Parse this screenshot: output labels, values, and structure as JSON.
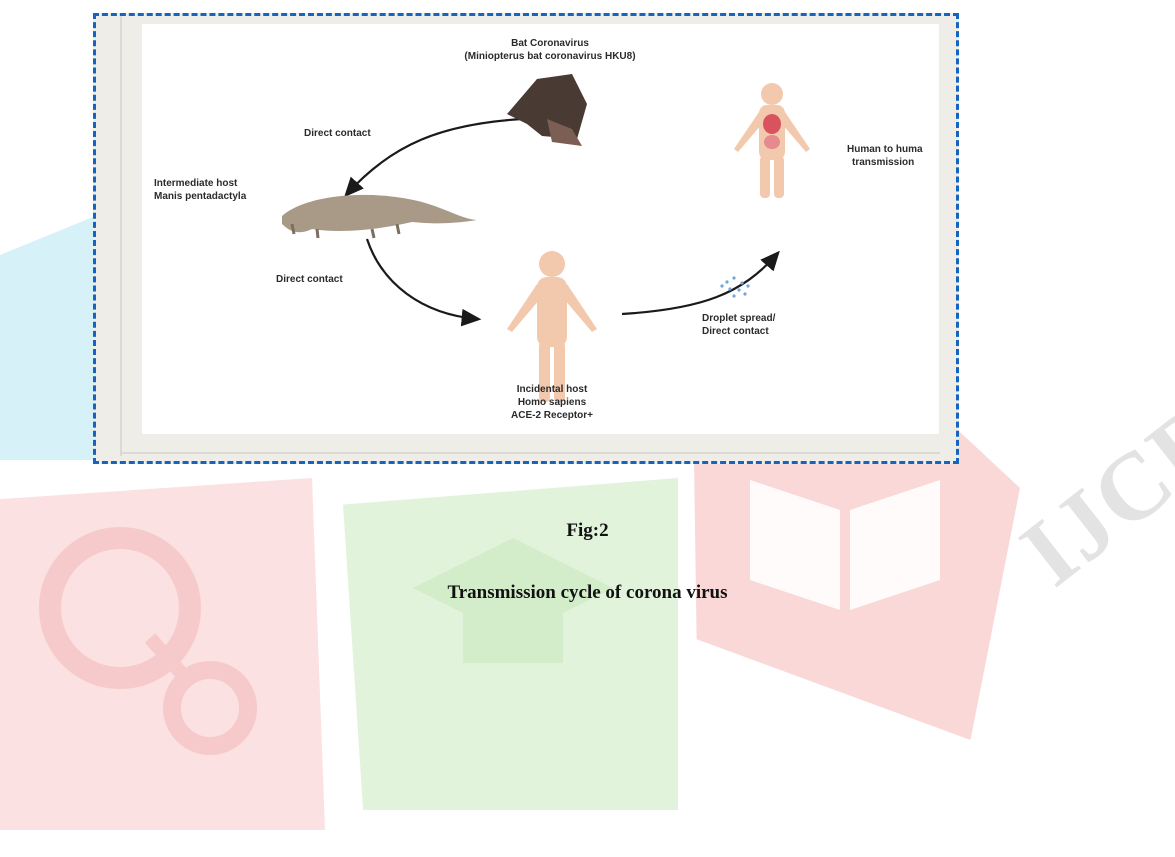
{
  "figure": {
    "labels": {
      "bat": [
        "Bat Coronavirus",
        "(Miniopterus bat coronavirus HKU8)"
      ],
      "contact_bat_pangolin": "Direct contact",
      "intermediate_host": [
        "Intermediate host",
        "Manis pentadactyla"
      ],
      "contact_pangolin_human": "Direct contact",
      "incidental_host": [
        "Incidental host",
        "Homo sapiens",
        "ACE-2 Receptor+"
      ],
      "droplet": [
        "Droplet spread/",
        "Direct contact"
      ],
      "human_to_human": [
        "Human to huma",
        "transmission"
      ]
    }
  },
  "caption": {
    "number": "Fig:2",
    "title": "Transmission cycle of  corona virus"
  },
  "watermark": {
    "text": "IJCRT",
    "colors": {
      "blue": "#c9ecf6",
      "red": "#fbe1e1",
      "green": "#e2f3dc"
    }
  },
  "frame_color": "#1565c0"
}
